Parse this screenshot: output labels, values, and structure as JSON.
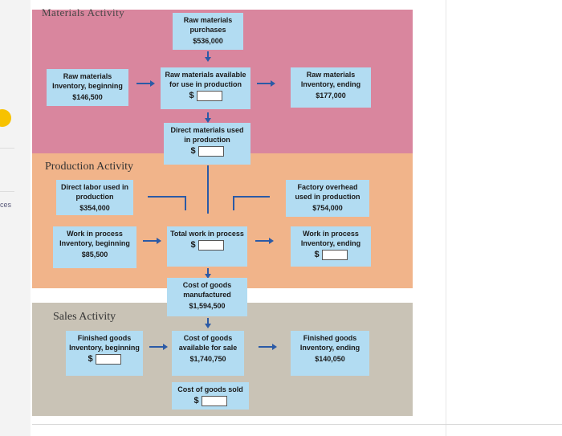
{
  "sidebar": {
    "label": "ces"
  },
  "sections": {
    "materials": "Materials Activity",
    "production": "Production Activity",
    "sales": "Sales Activity"
  },
  "boxes": {
    "rm_purchases": {
      "label": "Raw materials purchases",
      "value": "$536,000"
    },
    "rm_beginning": {
      "label": "Raw materials Inventory, beginning",
      "value": "$146,500"
    },
    "rm_available": {
      "label": "Raw materials available for use in production",
      "prefix": "$"
    },
    "rm_ending": {
      "label": "Raw materials Inventory, ending",
      "value": "$177,000"
    },
    "dm_used": {
      "label": "Direct materials used in production",
      "prefix": "$"
    },
    "dl_used": {
      "label": "Direct labor used in production",
      "value": "$354,000"
    },
    "foh_used": {
      "label": "Factory overhead used in production",
      "value": "$754,000"
    },
    "wip_beginning": {
      "label": "Work in process Inventory, beginning",
      "value": "$85,500"
    },
    "total_wip": {
      "label": "Total work in process",
      "prefix": "$"
    },
    "wip_ending": {
      "label": "Work in process Inventory, ending",
      "prefix": "$"
    },
    "cogm": {
      "label": "Cost of goods manufactured",
      "value": "$1,594,500"
    },
    "fg_beginning": {
      "label": "Finished goods Inventory, beginning",
      "prefix": "$"
    },
    "cogas": {
      "label": "Cost of goods available for sale",
      "value": "$1,740,750"
    },
    "fg_ending": {
      "label": "Finished goods Inventory, ending",
      "value": "$140,050"
    },
    "cogs": {
      "label": "Cost of goods sold",
      "prefix": "$"
    }
  }
}
